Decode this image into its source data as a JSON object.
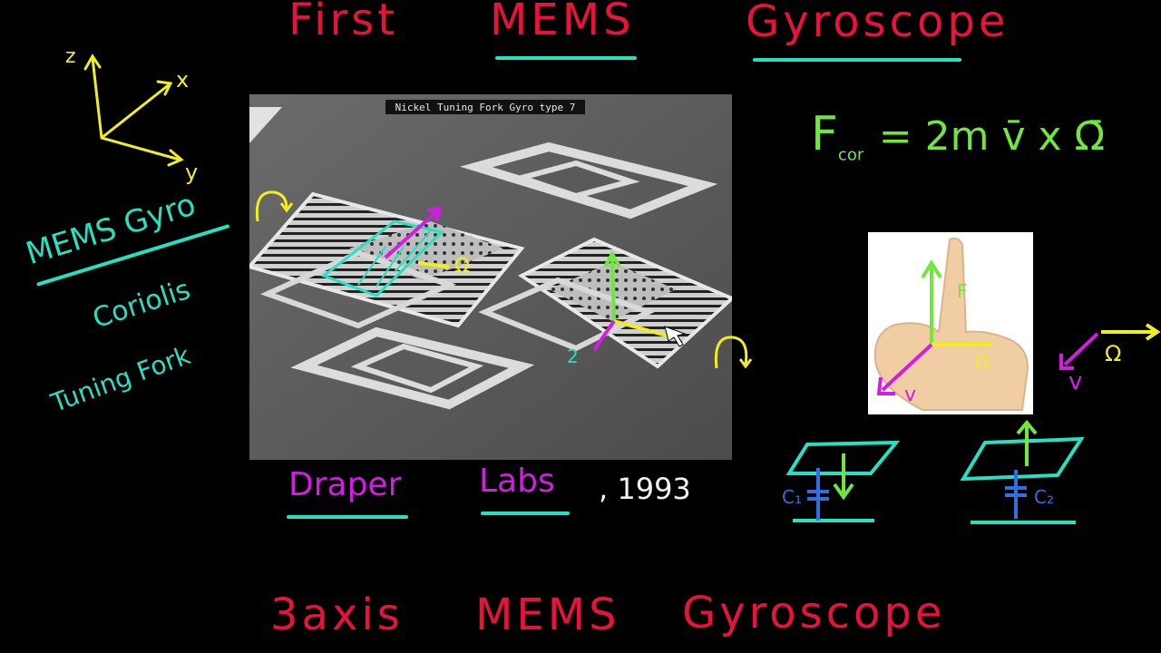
{
  "title": {
    "word1": "First",
    "word2": "MEMS",
    "word3": "Gyroscope"
  },
  "axes_sketch": {
    "z": "z",
    "x": "x",
    "y": "y"
  },
  "formula": {
    "text": "F",
    "subscript": "cor",
    "rhs": "= 2m v̄ x Ω̄"
  },
  "left_notes": {
    "line1": "MEMS Gyro",
    "line2": "Coriolis",
    "line3": "Tuning Fork"
  },
  "micrograph": {
    "caption": "Nickel Tuning Fork Gyro type 7",
    "omega_label": "Ω",
    "cap_label": "2"
  },
  "hand": {
    "f_label": "F",
    "v_label": "v",
    "omega_label": "Ω"
  },
  "side_vectors": {
    "v_label": "v",
    "omega_label": "Ω"
  },
  "capacitors": {
    "c1": "C₁",
    "c2": "C₂"
  },
  "credit": {
    "org1": "Draper",
    "org2": "Labs",
    "year": ", 1993"
  },
  "bottom_title": {
    "word1": "3axis",
    "word2": "MEMS",
    "word3": "Gyroscope"
  },
  "colors": {
    "background": "#000000",
    "title_red": "#e8123c",
    "underline_cyan": "#26e0c4",
    "axes_yellow": "#f2ee1e",
    "formula_green": "#6ee83a",
    "credit_magenta": "#d21ee0"
  }
}
